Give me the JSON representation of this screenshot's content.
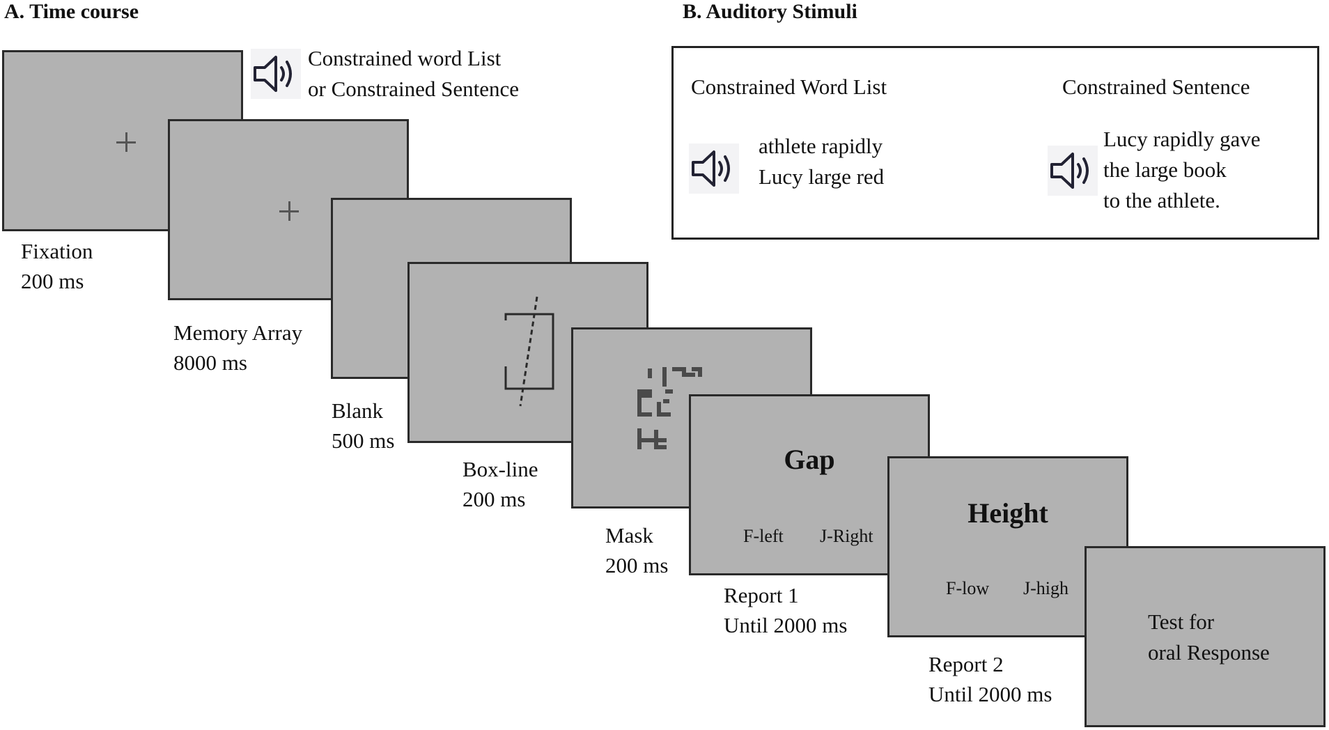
{
  "panel_a": {
    "heading": "A. Time course",
    "audio_caption": [
      "Constrained word List",
      "or Constrained Sentence"
    ],
    "screens": [
      {
        "name": "Fixation",
        "duration": "200 ms"
      },
      {
        "name": "Memory Array",
        "duration": "8000 ms"
      },
      {
        "name": "Blank",
        "duration": "500 ms"
      },
      {
        "name": "Box-line",
        "duration": "200 ms"
      },
      {
        "name": "Mask",
        "duration": "200 ms"
      },
      {
        "name": "Report 1",
        "duration": "Until 2000 ms",
        "prompt": "Gap",
        "keys": [
          "F-left",
          "J-Right"
        ]
      },
      {
        "name": "Report 2",
        "duration": "Until 2000 ms",
        "prompt": "Height",
        "keys": [
          "F-low",
          "J-high"
        ]
      },
      {
        "screen_text": [
          "Test for",
          "oral Response"
        ]
      }
    ]
  },
  "panel_b": {
    "heading": "B. Auditory Stimuli",
    "word_list": {
      "title": "Constrained Word List",
      "lines": [
        "athlete rapidly",
        "Lucy large red"
      ]
    },
    "sentence": {
      "title": "Constrained Sentence",
      "lines": [
        "Lucy rapidly gave",
        "the large book",
        "to the athlete."
      ]
    }
  },
  "icons": {
    "speaker": "speaker-icon",
    "fixation": "fixation-cross-icon"
  },
  "colors": {
    "screen_fill": "#b2b2b2",
    "screen_border": "#2a2a2a",
    "icon_stroke": "#222233"
  }
}
